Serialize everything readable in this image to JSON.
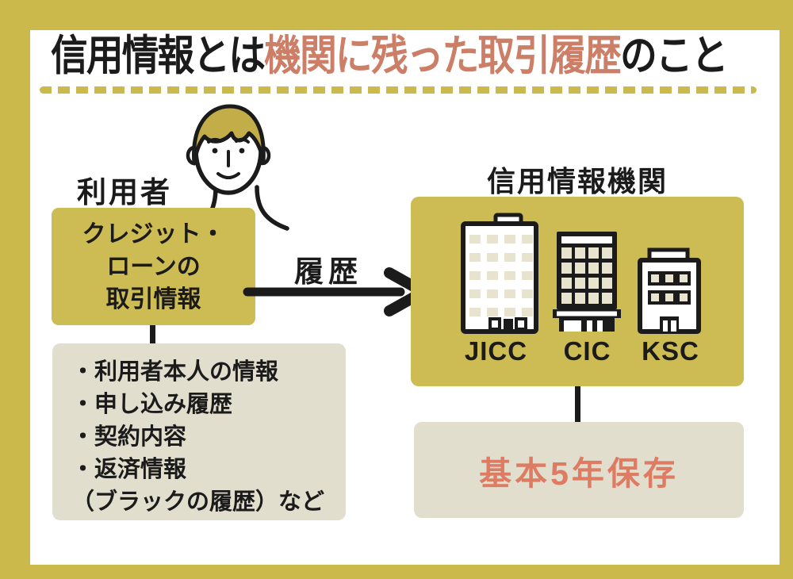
{
  "theme": {
    "frame": "#cbba4b",
    "accent_box": "#cdbb54",
    "neutral_box": "#e1decd",
    "ink": "#1b1b1b",
    "title_highlight": "#cc7e67",
    "retention_text": "#dd7b63",
    "window_tint": "#e7e3cf",
    "hair": "#c2ad49",
    "background": "#ffffff"
  },
  "icons": {
    "user": "person-icon",
    "agencies": "office-buildings-icon",
    "flow": "arrow-right-icon"
  },
  "title": {
    "part1": "信用情報とは",
    "highlight": "機関に残った取引履歴",
    "part3": "のこと"
  },
  "user_section": {
    "label": "利用者",
    "credit_box": {
      "line1": "クレジット・",
      "line2": "ローンの",
      "line3": "取引情報"
    },
    "details_box": {
      "items": [
        "・利用者本人の情報",
        "・申し込み履歴",
        "・契約内容",
        "・返済情報",
        "（ブラックの履歴）など"
      ]
    }
  },
  "flow": {
    "arrow_label": "履歴"
  },
  "agency_section": {
    "label": "信用情報機関",
    "agencies": [
      "JICC",
      "CIC",
      "KSC"
    ],
    "retention_box": {
      "text": "基本5年保存"
    }
  }
}
